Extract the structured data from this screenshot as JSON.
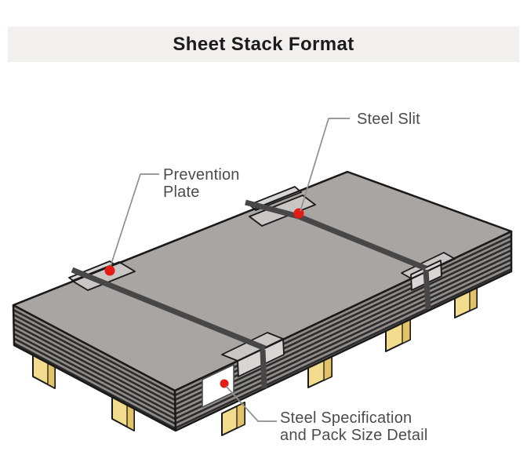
{
  "title": {
    "text": "Sheet Stack Format"
  },
  "annotations": {
    "steel_slit": {
      "label": "Steel Slit"
    },
    "prevention_plate": {
      "lines": [
        "Prevention",
        "Plate"
      ]
    },
    "steel_specification": {
      "lines": [
        "Steel Specification",
        "and Pack Size Detail"
      ]
    }
  },
  "colors": {
    "background": "#ffffff",
    "title_band": "#f1f0ef",
    "title_text": "#1b1b1b",
    "annotation_text": "#4c4c4c",
    "leader_line": "#8f8f8f",
    "outline": "#1a1a1a",
    "sheet_top": "#a8a5a2",
    "sheet_side": "#8f8c8a",
    "sheet_layer_line": "#2b2b2b",
    "strap": "#474747",
    "prevention_plate": "#c9c7c5",
    "prevention_plate_fold": "#d8d6d4",
    "block_face": "#f3dc8e",
    "block_shade": "#e3c368",
    "spec_plate": "#ffffff",
    "marker_red": "#e51c15"
  }
}
